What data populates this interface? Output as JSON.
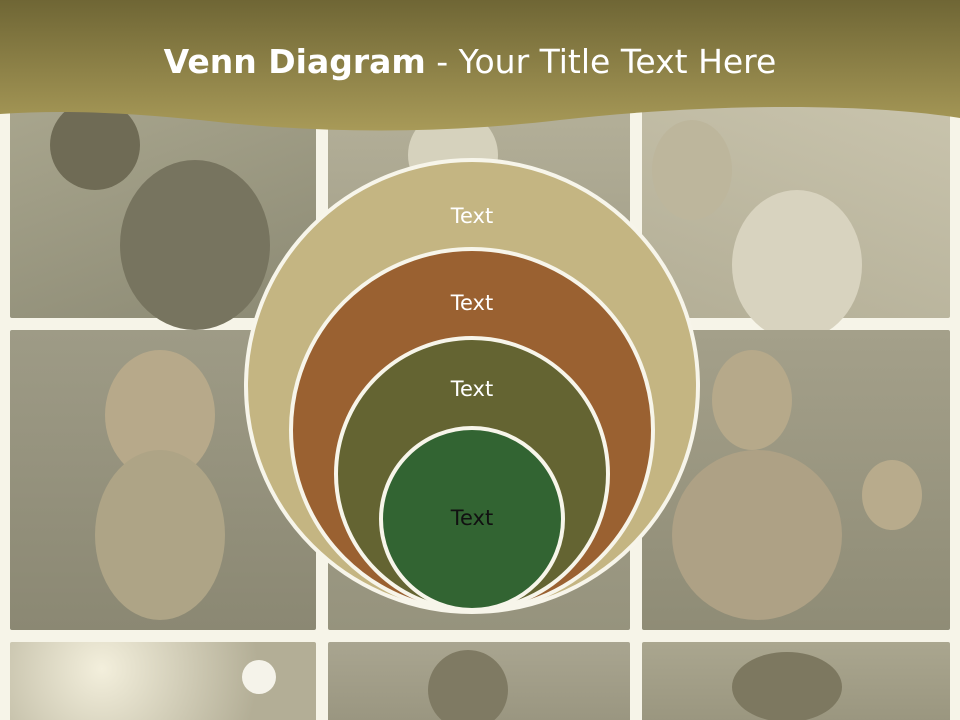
{
  "slide": {
    "title_bold": "Venn Diagram",
    "title_rest": " - Your Title Text Here"
  },
  "diagram": {
    "circles": [
      {
        "label": "Text",
        "color": "#c4b582",
        "text_color": "#ffffff"
      },
      {
        "label": "Text",
        "color": "#9a6131",
        "text_color": "#ffffff"
      },
      {
        "label": "Text",
        "color": "#646432",
        "text_color": "#ffffff"
      },
      {
        "label": "Text",
        "color": "#326432",
        "text_color": "#111111"
      }
    ]
  },
  "background": {
    "photos": [
      "basketball-player-photo",
      "tennis-player-photo",
      "tennis-racket-photo",
      "woman-athlete-photo",
      "center-athlete-photo",
      "boxer-photo",
      "golf-ball-photo",
      "athlete-portrait-photo",
      "sneakers-photo"
    ]
  },
  "colors": {
    "header": "#8a7d3e",
    "page": "#f6f4e8"
  }
}
